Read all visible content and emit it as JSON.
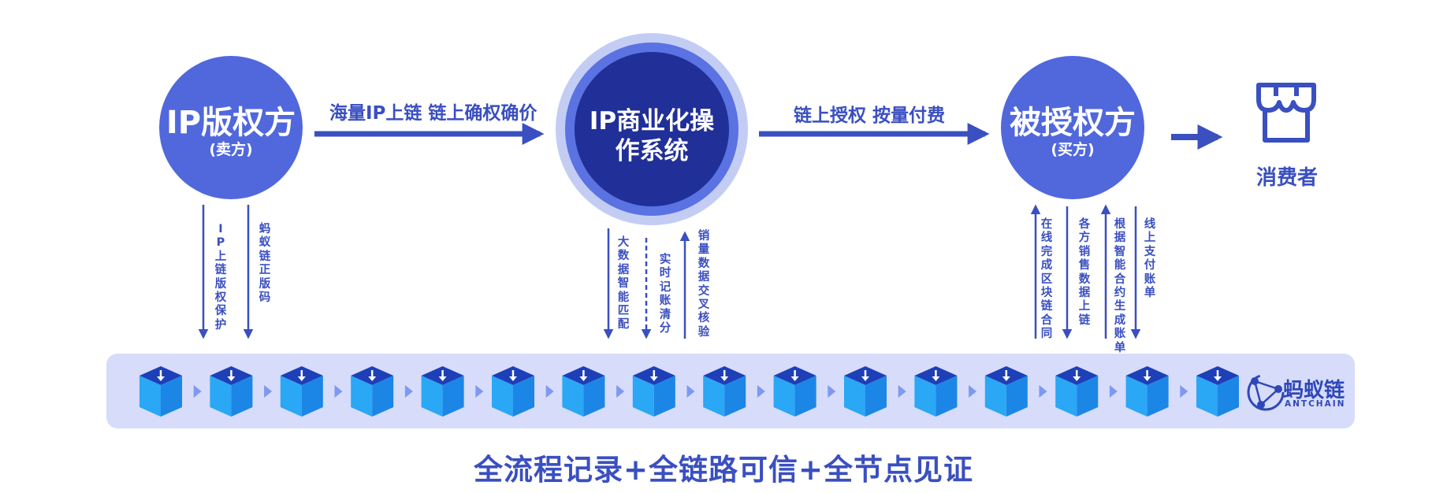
{
  "nodes": {
    "ip_owner": {
      "title": "IP版权方",
      "subtitle": "(卖方)"
    },
    "system": {
      "title_line1": "IP商业化操",
      "title_line2": "作系统"
    },
    "licensee": {
      "title": "被授权方",
      "subtitle": "(买方)"
    },
    "consumer": {
      "label": "消费者"
    }
  },
  "edges": {
    "owner_to_system": "海量IP上链 链上确权确价",
    "system_to_licensee": "链上授权 按量付费"
  },
  "vertical_labels": {
    "ip_owner_left": "IP上链版权保护",
    "ip_owner_right": "蚂蚁链正版码",
    "system_left": "大数据智能匹配",
    "system_middle": "实时记账清分",
    "system_right": "销量数据交叉核验",
    "licensee_1": "在线完成区块链合同",
    "licensee_2": "各方销售数据上链",
    "licensee_3": "根据智能合约生成账单",
    "licensee_4": "线上支付账单"
  },
  "chain": {
    "block_count": 16,
    "brand_cn": "蚂蚁链",
    "brand_en": "ANTCHAIN"
  },
  "slogan": "全流程记录+全链路可信+全节点见证",
  "colors": {
    "node_blue": "#5068dc",
    "system_dark": "#212f98",
    "text_blue": "#3a4fc0",
    "band": "#d6dcfa"
  },
  "icons": {
    "consumer": "storefront-icon",
    "block": "cube-download-icon",
    "brand": "antchain-logo-icon"
  }
}
